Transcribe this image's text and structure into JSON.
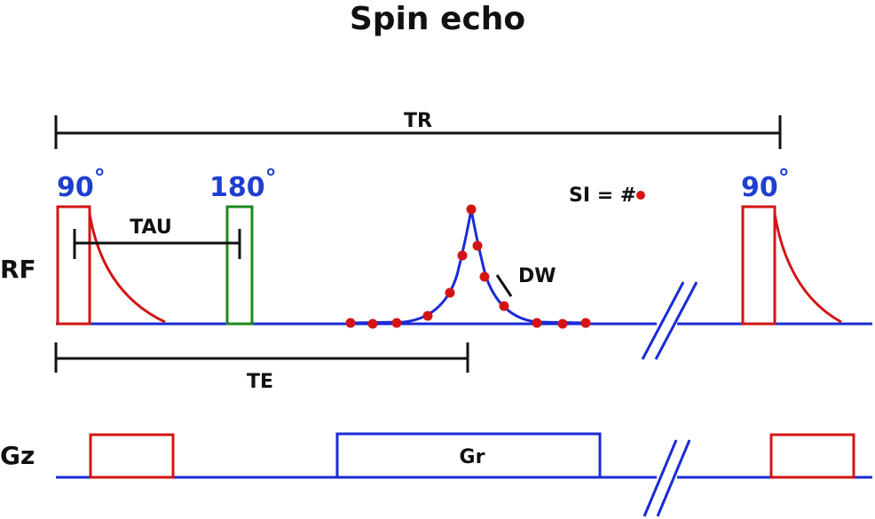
{
  "title": "Spin echo",
  "rf": {
    "row_label": "RF",
    "pulse_90_left_label": "90",
    "pulse_180_label": "180",
    "pulse_90_right_label": "90",
    "degree_symbol": "°",
    "tau_label": "TAU",
    "tr_label": "TR",
    "te_label": "TE",
    "dw_label": "DW",
    "si_label": "SI = #"
  },
  "gz": {
    "row_label": "Gz",
    "readout_label": "Gr"
  },
  "colors": {
    "blue": "#1a2bd6",
    "red": "#d41414",
    "green": "#1d8a1d",
    "black": "#111111",
    "text_blue": "#1f3fd1"
  }
}
